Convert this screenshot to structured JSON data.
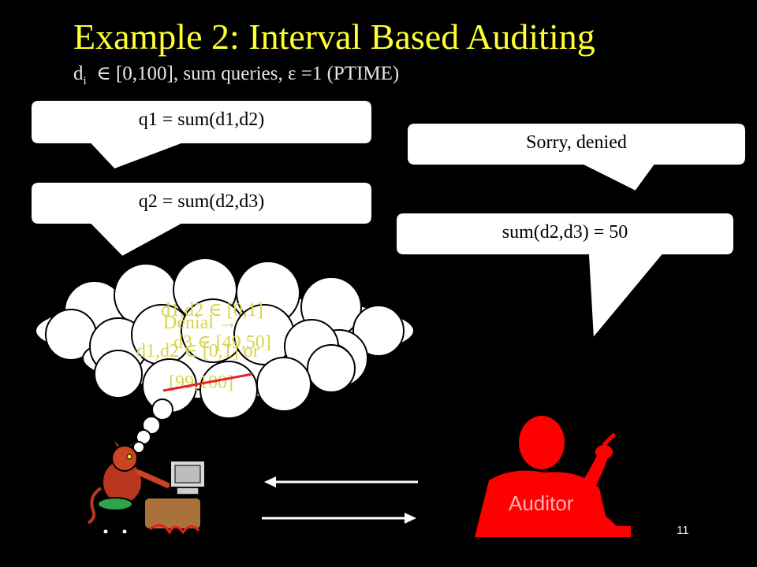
{
  "slide": {
    "title": "Example 2: Interval Based Auditing",
    "subtitle": {
      "d": "d",
      "i": "i",
      "elem": "∈",
      "rest": " [0,100], sum queries, ",
      "eps": "ε",
      "tail": " =1 (PTIME)"
    },
    "bubbles": {
      "q1": "q1 = sum(d1,d2)",
      "q2": "q2 = sum(d2,d3)",
      "reply1": "Sorry, denied",
      "reply2": "sum(d2,d3)  = 50"
    },
    "thought": {
      "line1": "d1,d2 ∈ [0,1]",
      "line2": "d3 ∈ [49,50]",
      "denial": "Denial →",
      "line3": "d1,d2 ∈ [0,1] or",
      "line4": "[99,100]"
    },
    "auditor_label": "Auditor",
    "page_number": "11",
    "colors": {
      "title": "#ffff33",
      "thought_text": "#d8d44a",
      "auditor": "#ff0000",
      "strike": "#e8202a"
    },
    "icons": {
      "attacker": "devil-at-computer-icon",
      "auditor": "auditor-silhouette-icon"
    }
  }
}
